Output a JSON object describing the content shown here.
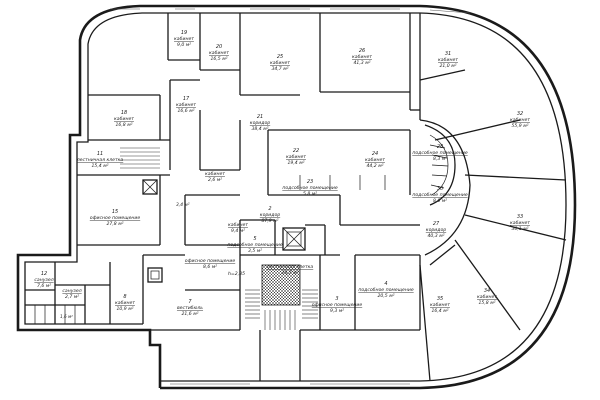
{
  "rooms": [
    {
      "id": "r19",
      "num": "19",
      "name": "кабинет",
      "area": "9,0 м²"
    },
    {
      "id": "r20",
      "num": "20",
      "name": "кабинет",
      "area": "16,5 м²"
    },
    {
      "id": "r25",
      "num": "25",
      "name": "кабинет",
      "area": "34,7 м²"
    },
    {
      "id": "r26",
      "num": "26",
      "name": "кабинет",
      "area": "41,3 м²"
    },
    {
      "id": "r31",
      "num": "31",
      "name": "кабинет",
      "area": "21,0 м²"
    },
    {
      "id": "r32",
      "num": "32",
      "name": "кабинет",
      "area": "55,9 м²"
    },
    {
      "id": "r18",
      "num": "18",
      "name": "кабинет",
      "area": "16,8 м²"
    },
    {
      "id": "r17",
      "num": "17",
      "name": "кабинет",
      "area": "16,6 м²"
    },
    {
      "id": "r21",
      "num": "21",
      "name": "коридор",
      "area": "38,4 м²"
    },
    {
      "id": "r11",
      "num": "11",
      "name": "лестничная клетка",
      "area": "15,4 м²"
    },
    {
      "id": "r22",
      "num": "22",
      "name": "кабинет",
      "area": "19,4 м²"
    },
    {
      "id": "r24",
      "num": "24",
      "name": "кабинет",
      "area": "44,2 м²"
    },
    {
      "id": "r23",
      "num": "23",
      "name": "подсобное помещение",
      "area": "5,8 м²"
    },
    {
      "id": "rX1",
      "num": "",
      "name": "кабинет",
      "area": "2,6 м²"
    },
    {
      "id": "r28",
      "num": "28",
      "name": "подсобное помещение",
      "area": "8,3 м²"
    },
    {
      "id": "r30",
      "num": "30",
      "name": "подсобное помещение",
      "area": "8,6 м²"
    },
    {
      "id": "r15",
      "num": "15",
      "name": "офисное помещение",
      "area": "27,8 м²"
    },
    {
      "id": "r2",
      "num": "2",
      "name": "коридор",
      "area": "87,9 м²"
    },
    {
      "id": "r27",
      "num": "27",
      "name": "коридор",
      "area": "40,3 м²"
    },
    {
      "id": "r33",
      "num": "33",
      "name": "кабинет",
      "area": "36,1 м²"
    },
    {
      "id": "r5",
      "num": "5",
      "name": "подсобное помещение",
      "area": "3,5 м²"
    },
    {
      "id": "r6",
      "num": "",
      "name": "лестничная клетка",
      "area": "26,7 м²"
    },
    {
      "id": "r12",
      "num": "12",
      "name": "санузел",
      "area": "7,6 м²"
    },
    {
      "id": "r13",
      "num": "",
      "name": "санузел",
      "area": "2,7 м²"
    },
    {
      "id": "r8",
      "num": "8",
      "name": "кабинет",
      "area": "10,9 м²"
    },
    {
      "id": "r9",
      "num": "",
      "name": "офисное помещение",
      "area": "8,6 м²"
    },
    {
      "id": "r7",
      "num": "7",
      "name": "вестибюль",
      "area": "21,6 м²"
    },
    {
      "id": "r3",
      "num": "3",
      "name": "офисное помещение",
      "area": "9,3 м²"
    },
    {
      "id": "r4",
      "num": "4",
      "name": "подсобное помещение",
      "area": "20,5 м²"
    },
    {
      "id": "r35",
      "num": "35",
      "name": "кабинет",
      "area": "16,4 м²"
    },
    {
      "id": "r34",
      "num": "34",
      "name": "кабинет",
      "area": "15,8 м²"
    },
    {
      "id": "r10",
      "num": "",
      "name": "кабинет",
      "area": "9,4 м²"
    }
  ],
  "notes": {
    "height": "h=2,85",
    "small_1": "3,4 м²",
    "small_2": "1,6 м²"
  }
}
